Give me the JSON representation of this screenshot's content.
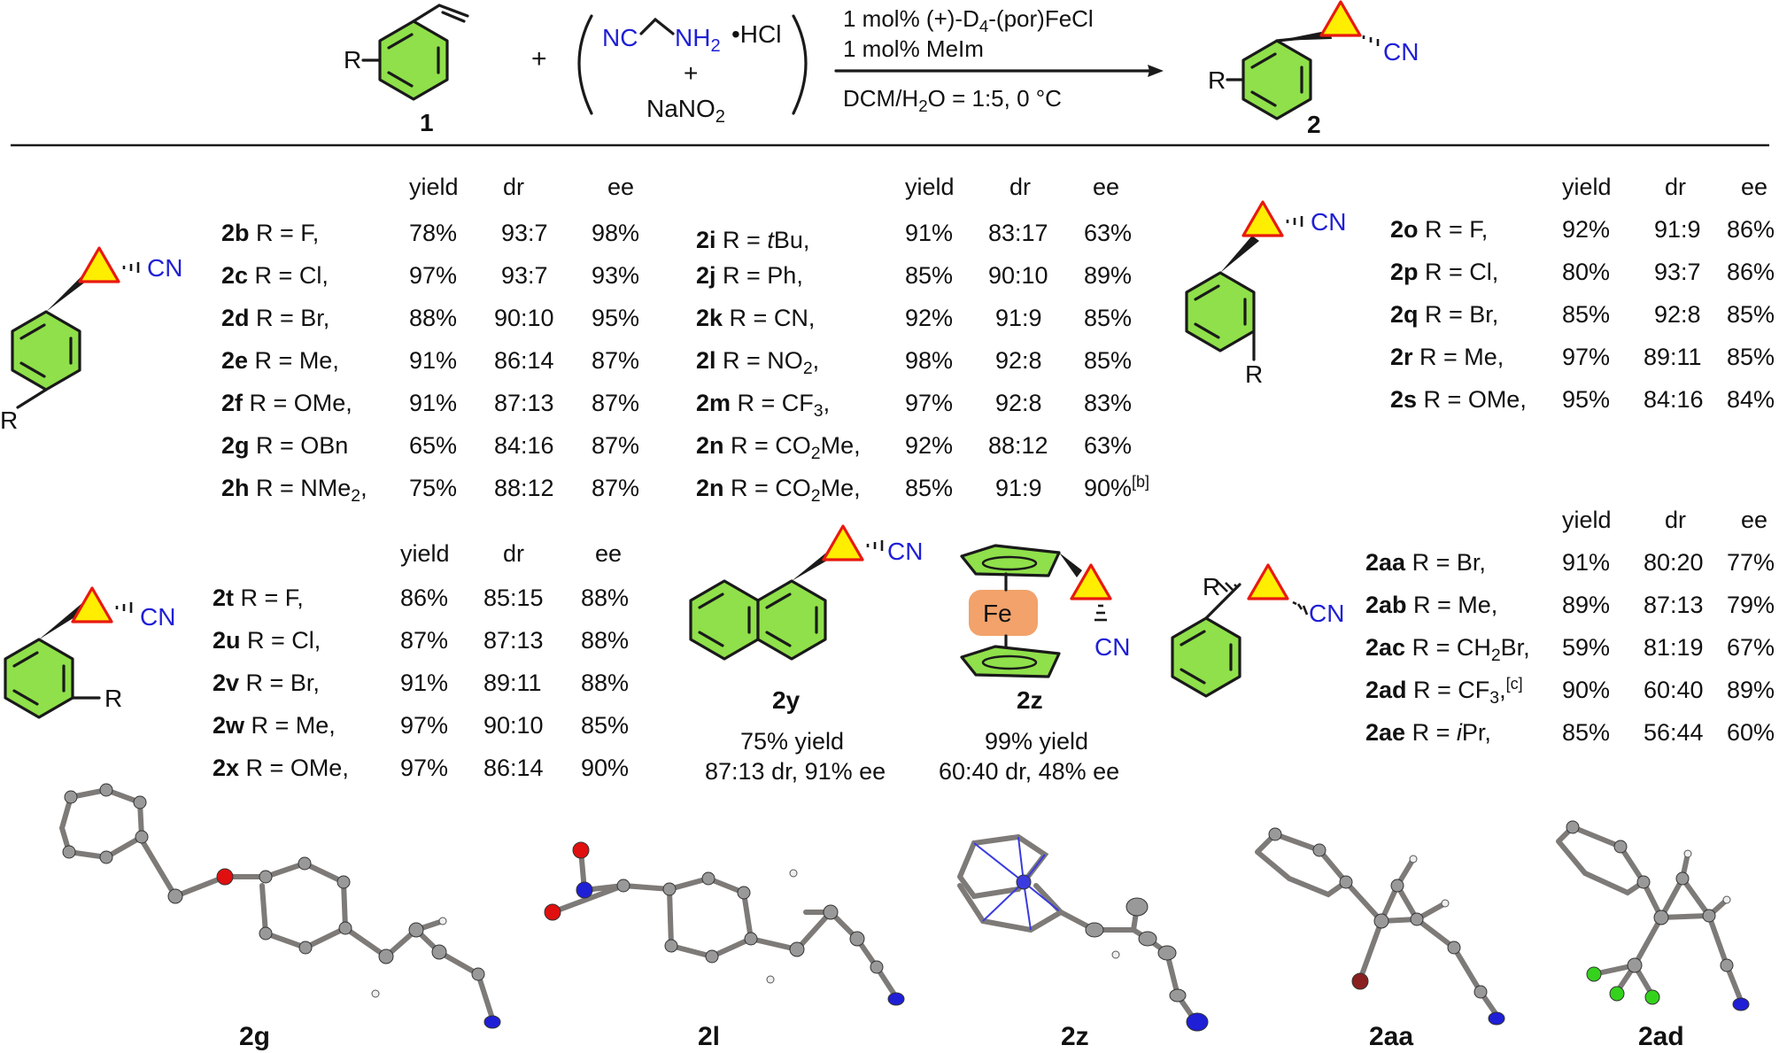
{
  "scheme": {
    "reactant_R": "R",
    "reactant_label": "1",
    "plus": "+",
    "reagent_nc": "NC",
    "reagent_nh2": "NH",
    "reagent_nh2_sub": "2",
    "reagent_hcl": "•HCl",
    "reagent_plus": "+",
    "reagent_nano": "NaNO",
    "reagent_nano_sub": "2",
    "catalyst_a": "1 mol% (+)-D",
    "catalyst_a_sub": "4",
    "catalyst_b": "-(por)FeCl",
    "additive": "1 mol% MeIm",
    "solvent_a": "DCM/H",
    "solvent_sub": "2",
    "solvent_b": "O = 1:5, 0 °C",
    "product_R": "R",
    "product_CN": "CN",
    "product_label": "2"
  },
  "headers": {
    "yield": "yield",
    "dr": "dr",
    "ee": "ee"
  },
  "structure_labels": {
    "R": "R",
    "CN": "CN",
    "Fe": "Fe"
  },
  "para_rows": [
    {
      "id": "2b",
      "r": " R = F,",
      "yield": "78%",
      "dr": "93:7",
      "ee": "98%"
    },
    {
      "id": "2c",
      "r": " R = Cl,",
      "yield": "97%",
      "dr": "93:7",
      "ee": "93%"
    },
    {
      "id": "2d",
      "r": " R = Br,",
      "yield": "88%",
      "dr": "90:10",
      "ee": "95%"
    },
    {
      "id": "2e",
      "r": " R = Me,",
      "yield": "91%",
      "dr": "86:14",
      "ee": "87%"
    },
    {
      "id": "2f",
      "r": " R = OMe,",
      "yield": "91%",
      "dr": "87:13",
      "ee": "87%"
    },
    {
      "id": "2g",
      "r": " R = OBn",
      "yield": "65%",
      "dr": "84:16",
      "ee": "87%"
    },
    {
      "id": "2h",
      "r": " R = NMe",
      "r_sub": "2",
      "r_tail": ",",
      "yield": "75%",
      "dr": "88:12",
      "ee": "87%"
    }
  ],
  "para_rows_2": [
    {
      "id": "2i",
      "r_pre": " R = ",
      "r_it": "t",
      "r_post": "Bu,",
      "yield": "91%",
      "dr": "83:17",
      "ee": "63%"
    },
    {
      "id": "2j",
      "r_pre": " R = Ph,",
      "yield": "85%",
      "dr": "90:10",
      "ee": "89%"
    },
    {
      "id": "2k",
      "r_pre": " R = CN,",
      "yield": "92%",
      "dr": "91:9",
      "ee": "85%"
    },
    {
      "id": "2l",
      "r_pre": " R = NO",
      "r_sub": "2",
      "r_post": ",",
      "yield": "98%",
      "dr": "92:8",
      "ee": "85%"
    },
    {
      "id": "2m",
      "r_pre": " R = CF",
      "r_sub": "3",
      "r_post": ",",
      "yield": "97%",
      "dr": "92:8",
      "ee": "83%"
    },
    {
      "id": "2n",
      "r_pre": " R = CO",
      "r_sub": "2",
      "r_post": "Me,",
      "yield": "92%",
      "dr": "88:12",
      "ee": "63%"
    },
    {
      "id": "2n",
      "r_pre": " R = CO",
      "r_sub": "2",
      "r_post": "Me,",
      "yield": "85%",
      "dr": "91:9",
      "ee": "90%",
      "note": "[b]"
    }
  ],
  "meta_rows": [
    {
      "id": "2o",
      "r": " R = F,",
      "yield": "92%",
      "dr": "91:9",
      "ee": "86%"
    },
    {
      "id": "2p",
      "r": " R = Cl,",
      "yield": "80%",
      "dr": "93:7",
      "ee": "86%"
    },
    {
      "id": "2q",
      "r": " R = Br,",
      "yield": "85%",
      "dr": "92:8",
      "ee": "85%"
    },
    {
      "id": "2r",
      "r": " R = Me,",
      "yield": "97%",
      "dr": "89:11",
      "ee": "85%"
    },
    {
      "id": "2s",
      "r": " R = OMe,",
      "yield": "95%",
      "dr": "84:16",
      "ee": "84%"
    }
  ],
  "ortho_rows": [
    {
      "id": "2t",
      "r": " R = F,",
      "yield": "86%",
      "dr": "85:15",
      "ee": "88%"
    },
    {
      "id": "2u",
      "r": " R = Cl,",
      "yield": "87%",
      "dr": "87:13",
      "ee": "88%"
    },
    {
      "id": "2v",
      "r": " R = Br,",
      "yield": "91%",
      "dr": "89:11",
      "ee": "88%"
    },
    {
      "id": "2w",
      "r": " R = Me,",
      "yield": "97%",
      "dr": "90:10",
      "ee": "85%"
    },
    {
      "id": "2x",
      "r": " R = OMe,",
      "yield": "97%",
      "dr": "86:14",
      "ee": "90%"
    }
  ],
  "naphthyl": {
    "id": "2y",
    "line1": "75% yield",
    "line2": "87:13 dr, 91% ee"
  },
  "ferrocenyl": {
    "id": "2z",
    "line1": "99% yield",
    "line2": "60:40 dr,  48% ee"
  },
  "alpha_rows": [
    {
      "id": "2aa",
      "r": " R = Br,",
      "yield": "91%",
      "dr": "80:20",
      "ee": "77%"
    },
    {
      "id": "2ab",
      "r": " R = Me,",
      "yield": "89%",
      "dr": "87:13",
      "ee": "79%"
    },
    {
      "id": "2ac",
      "r_pre": " R = CH",
      "r_sub": "2",
      "r_post": "Br,",
      "yield": "59%",
      "dr": "81:19",
      "ee": "67%"
    },
    {
      "id": "2ad",
      "r_pre": " R = CF",
      "r_sub": "3",
      "r_post": ",",
      "note": "[c]",
      "yield": "90%",
      "dr": "60:40",
      "ee": "89%"
    },
    {
      "id": "2ae",
      "r_pre": " R = ",
      "r_it": "i",
      "r_post": "Pr,",
      "yield": "85%",
      "dr": "56:44",
      "ee": "60%"
    }
  ],
  "crystal_labels": [
    "2g",
    "2l",
    "2z",
    "2aa",
    "2ad"
  ],
  "colors": {
    "phenyl_fill": "#8fe04a",
    "cyclopropane_fill": "#ffee00",
    "cyclopropane_edge": "#e8190f",
    "nitrogen": "#1f1fd6",
    "oxygen": "#e01010",
    "iron_box": "#f2a26a",
    "bromine": "#8a1f1f",
    "fluorine": "#35d21d"
  }
}
